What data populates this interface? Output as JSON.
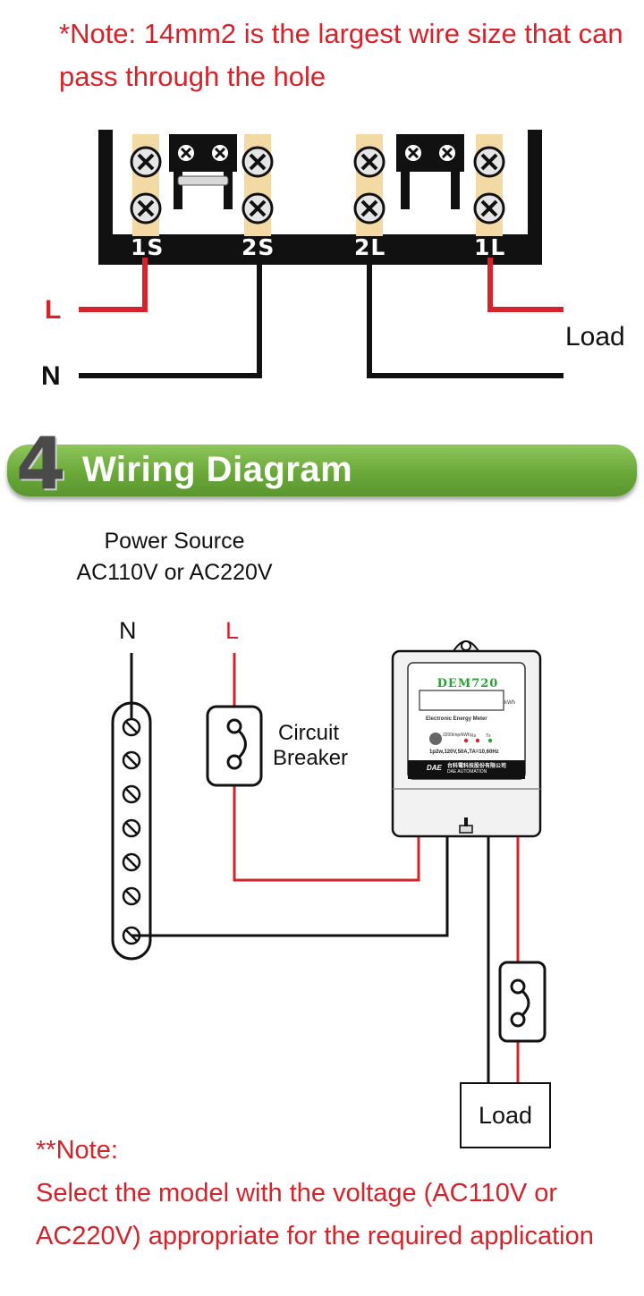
{
  "top_note": "*Note: 14mm2 is the largest wire size that can pass through the hole",
  "terminal_diagram": {
    "terminals": [
      "1S",
      "2S",
      "2L",
      "1L"
    ],
    "line_label": "L",
    "neutral_label": "N",
    "load_label": "Load"
  },
  "section": {
    "number": "4",
    "title": "Wiring Diagram"
  },
  "wiring_diagram": {
    "power_source_line1": "Power Source",
    "power_source_line2": "AC110V or AC220V",
    "neutral_label": "N",
    "line_label": "L",
    "breaker_label_line1": "Circuit",
    "breaker_label_line2": "Breaker",
    "load_label": "Load",
    "meter": {
      "model": "DEM720",
      "unit": "kWh",
      "subtitle": "Electronic Energy Meter",
      "impulse": "3200imp/kWh",
      "led1": "Rs",
      "led2": "Tx",
      "spec": "1p2w,120V,50A,TA=10,60Hz",
      "company_cn": "台科電科技股份有限公司",
      "company_en": "DAE AUTOMATION",
      "brand_mark": "DAE"
    }
  },
  "bottom_note": {
    "heading": "**Note:",
    "body": "Select the model with the voltage (AC110V or AC220V) appropriate for the required application"
  },
  "colors": {
    "red": "#d4232a",
    "wire_black": "#111111",
    "terminal_tan": "#f3d9a4",
    "banner_green": "#6aa83a",
    "meter_green": "#2aa137"
  }
}
